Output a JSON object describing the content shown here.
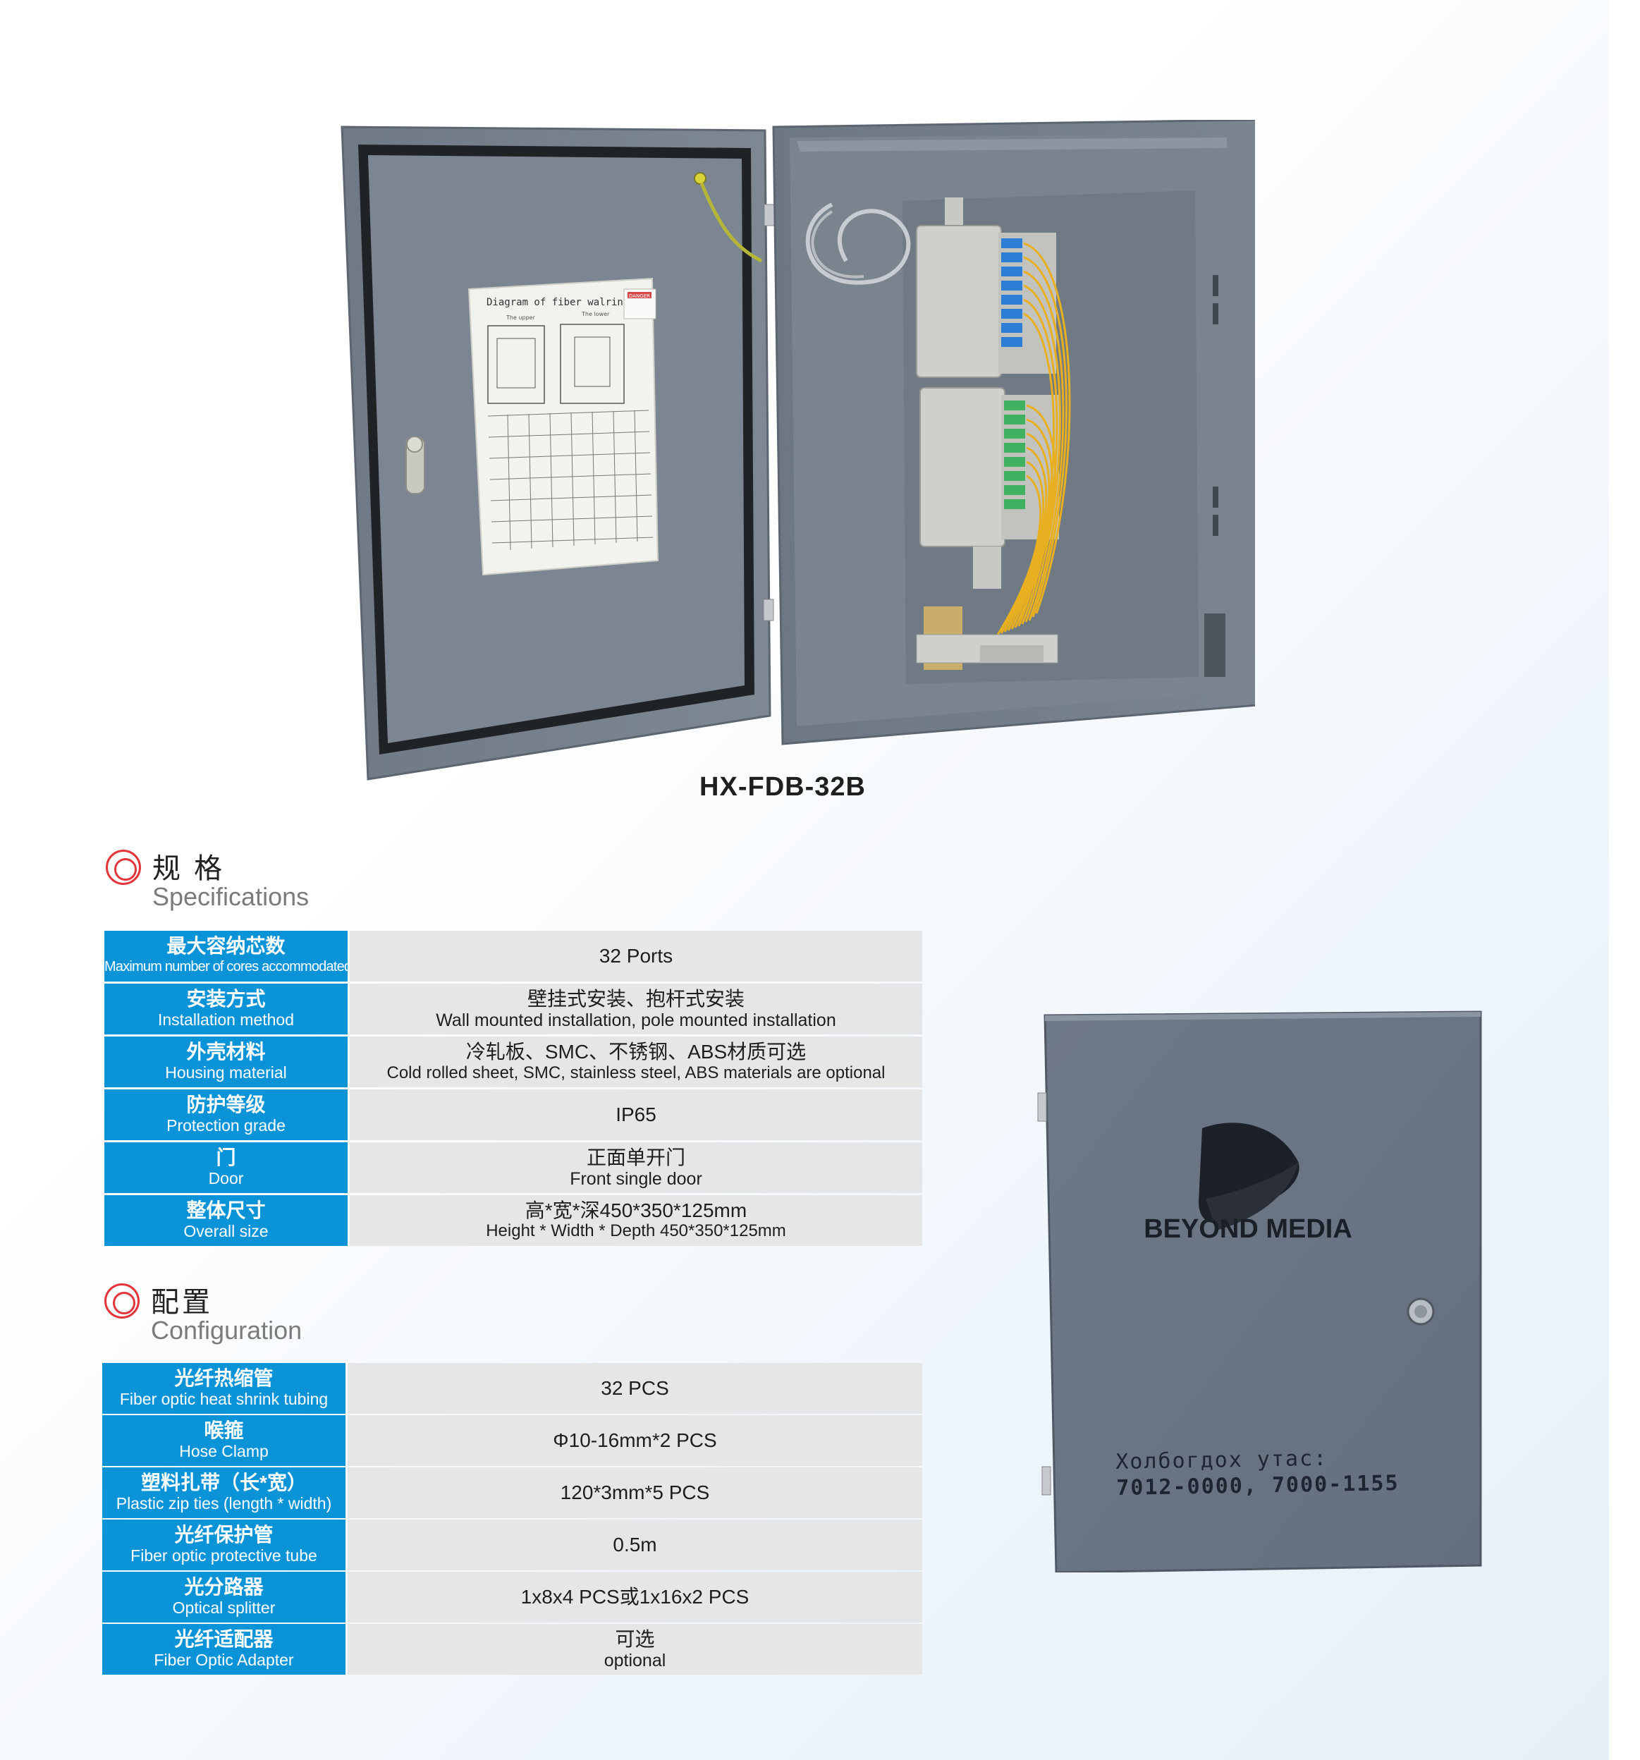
{
  "product": {
    "model": "HX-FDB-32B",
    "diagram_title": "Diagram of fiber walring",
    "diagram_upper": "The upper",
    "diagram_lower": "The lower",
    "danger_label": "DANGER"
  },
  "specifications": {
    "title_cn": "规 格",
    "title_en": "Specifications",
    "rows": [
      {
        "label_cn": "最大容纳芯数",
        "label_en": "Maximum number of cores accommodated",
        "value": "32 Ports"
      },
      {
        "label_cn": "安装方式",
        "label_en": "Installation method",
        "value_cn": "壁挂式安装、抱杆式安装",
        "value_en": "Wall mounted installation, pole mounted installation"
      },
      {
        "label_cn": "外壳材料",
        "label_en": "Housing material",
        "value_cn": "冷轧板、SMC、不锈钢、ABS材质可选",
        "value_en": "Cold rolled sheet, SMC, stainless steel, ABS materials are optional"
      },
      {
        "label_cn": "防护等级",
        "label_en": "Protection grade",
        "value": "IP65"
      },
      {
        "label_cn": "门",
        "label_en": "Door",
        "value_cn": "正面单开门",
        "value_en": "Front single door"
      },
      {
        "label_cn": "整体尺寸",
        "label_en": "Overall size",
        "value_cn": "高*宽*深450*350*125mm",
        "value_en": "Height * Width * Depth 450*350*125mm"
      }
    ]
  },
  "configuration": {
    "title_cn": "配置",
    "title_en": "Configuration",
    "rows": [
      {
        "label_cn": "光纤热缩管",
        "label_en": "Fiber optic heat shrink tubing",
        "value": "32 PCS"
      },
      {
        "label_cn": "喉箍",
        "label_en": "Hose Clamp",
        "value": "Φ10-16mm*2 PCS"
      },
      {
        "label_cn": "塑料扎带（长*宽）",
        "label_en": "Plastic zip ties (length * width)",
        "value": "120*3mm*5 PCS"
      },
      {
        "label_cn": "光纤保护管",
        "label_en": "Fiber optic protective tube",
        "value": "0.5m"
      },
      {
        "label_cn": "光分路器",
        "label_en": "Optical splitter",
        "value": "1x8x4  PCS或1x16x2  PCS"
      },
      {
        "label_cn": "光纤适配器",
        "label_en": "Fiber Optic Adapter",
        "value_cn": "可选",
        "value_en": "optional"
      }
    ]
  },
  "closed_cabinet": {
    "brand": "BEYOND MEDIA",
    "contact_label": "Холбогдох утас:",
    "contact_phones": "7012-0000, 7000-1155"
  }
}
